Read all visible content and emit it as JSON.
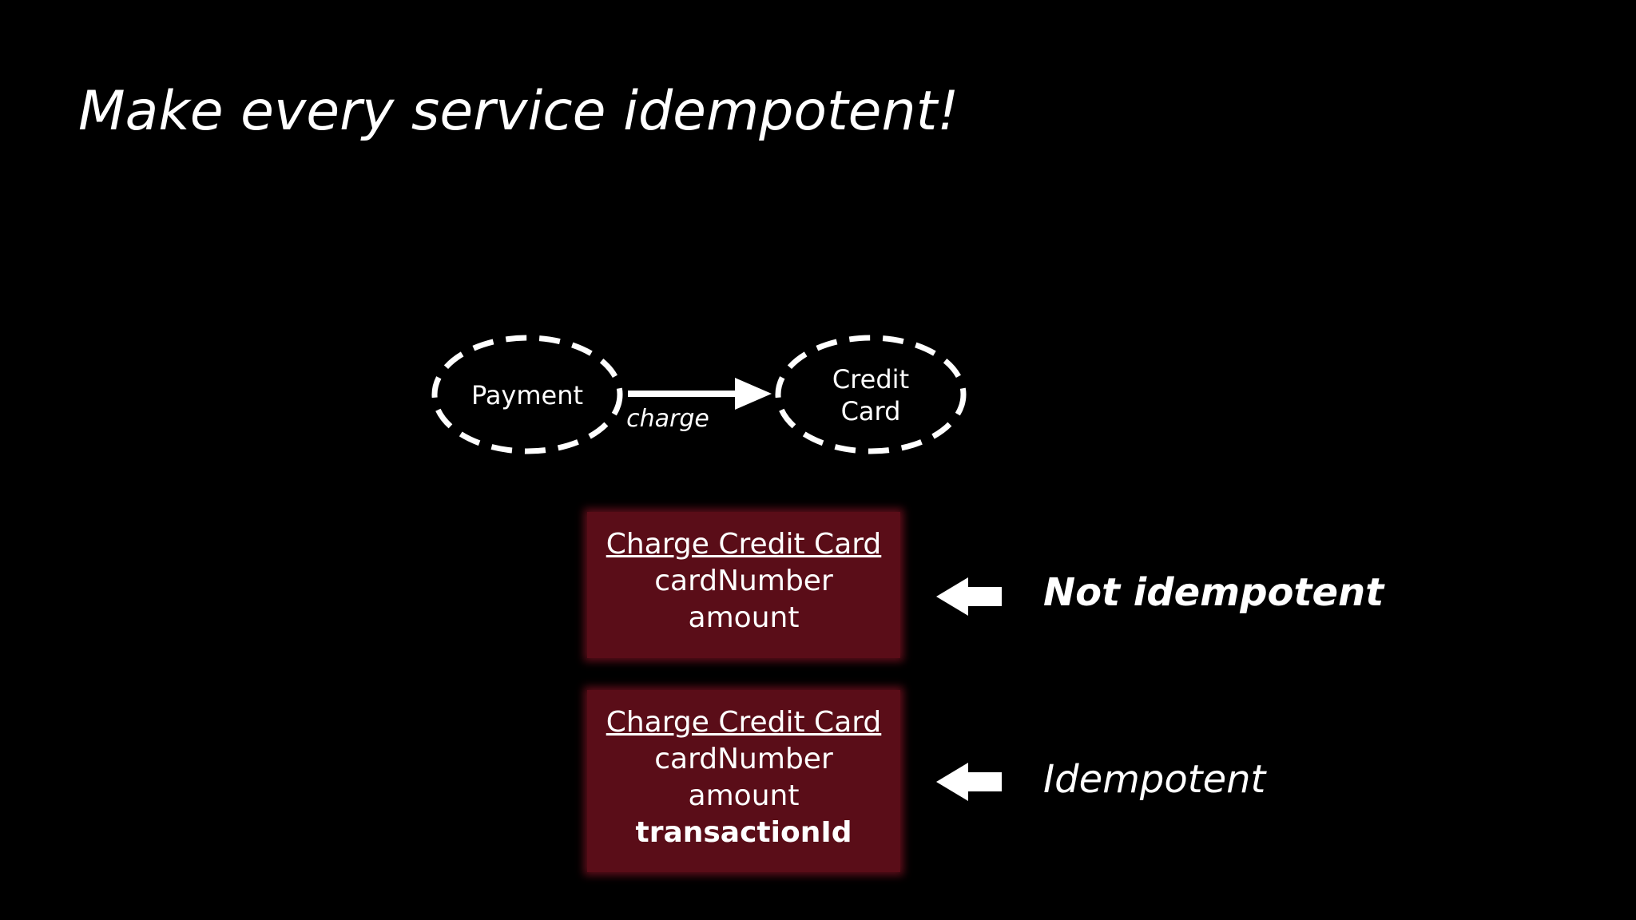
{
  "title": "Make every service idempotent!",
  "diagram": {
    "source_node": "Payment",
    "target_node_line1": "Credit",
    "target_node_line2": "Card",
    "edge_label": "charge"
  },
  "messages": [
    {
      "title": "Charge Credit Card",
      "fields": [
        "cardNumber",
        "amount"
      ],
      "verdict": "Not idempotent"
    },
    {
      "title": "Charge Credit Card",
      "fields": [
        "cardNumber",
        "amount"
      ],
      "key_field": "transactionId",
      "verdict": "Idempotent"
    }
  ],
  "colors": {
    "background": "#000000",
    "foreground": "#ffffff",
    "message_box": "#5a0d18"
  }
}
